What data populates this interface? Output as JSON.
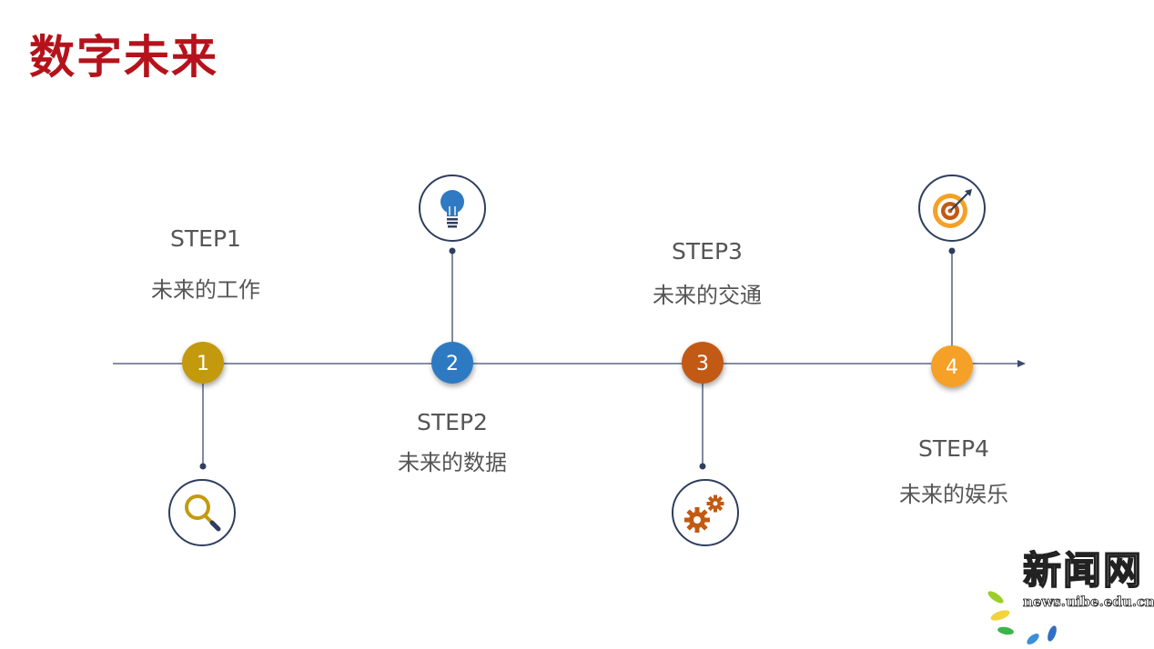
{
  "title": "数字未来",
  "colors": {
    "title": "#b5121b",
    "line": "#3c4a6b",
    "icon_ring": "#2f3e5e",
    "step1": "#c39a0d",
    "step2": "#2f7ac2",
    "step3": "#c25a12",
    "step4": "#f5a026"
  },
  "steps": [
    {
      "num": "1",
      "step": "STEP1",
      "label": "未来的工作",
      "icon": "magnifier-icon"
    },
    {
      "num": "2",
      "step": "STEP2",
      "label": "未来的数据",
      "icon": "lightbulb-icon"
    },
    {
      "num": "3",
      "step": "STEP3",
      "label": "未来的交通",
      "icon": "gears-icon"
    },
    {
      "num": "4",
      "step": "STEP4",
      "label": "未来的娱乐",
      "icon": "target-icon"
    }
  ],
  "logo": {
    "name": "新闻网",
    "url": "news.uibe.edu.cn"
  }
}
